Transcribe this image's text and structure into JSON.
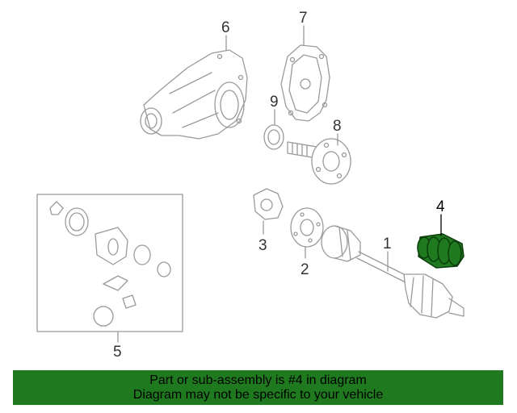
{
  "callouts": {
    "c1": "1",
    "c2": "2",
    "c3": "3",
    "c4": "4",
    "c5": "5",
    "c6": "6",
    "c7": "7",
    "c8": "8",
    "c9": "9"
  },
  "highlighted_part": "4",
  "colors": {
    "highlight_fill": "#1f7a1f",
    "line": "#9a9a9a",
    "banner": "#1f7a1f"
  },
  "banner": {
    "line1": "Part or sub-assembly is #4 in diagram",
    "line2": "Diagram may not be specific to your vehicle"
  }
}
